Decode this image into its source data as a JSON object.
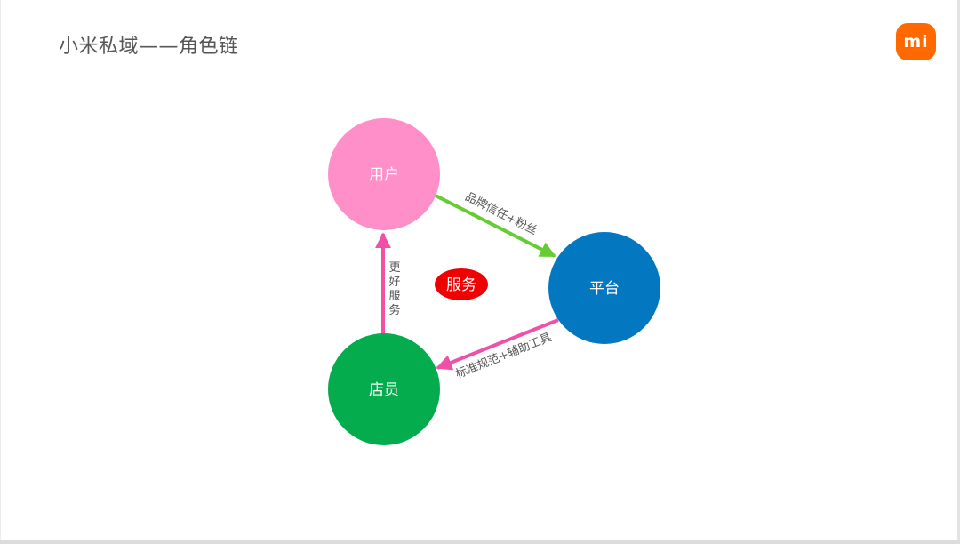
{
  "page": {
    "title": "小米私域——角色链",
    "logo_text": "mi"
  },
  "diagram": {
    "nodes": {
      "user": {
        "label": "用户",
        "color": "#ff8fc8"
      },
      "platform": {
        "label": "平台",
        "color": "#0378c0"
      },
      "clerk": {
        "label": "店员",
        "color": "#04ac4e"
      }
    },
    "edges": {
      "user_to_platform": {
        "label": "品牌信任+粉丝",
        "color": "#66cc33"
      },
      "platform_to_clerk": {
        "label": "标准规范+辅助工具",
        "color": "#f050a8"
      },
      "clerk_to_user": {
        "label_chars": [
          "更",
          "好",
          "服",
          "务"
        ],
        "color": "#f050a8"
      }
    },
    "center": {
      "label": "服务",
      "color": "#f00000"
    }
  }
}
